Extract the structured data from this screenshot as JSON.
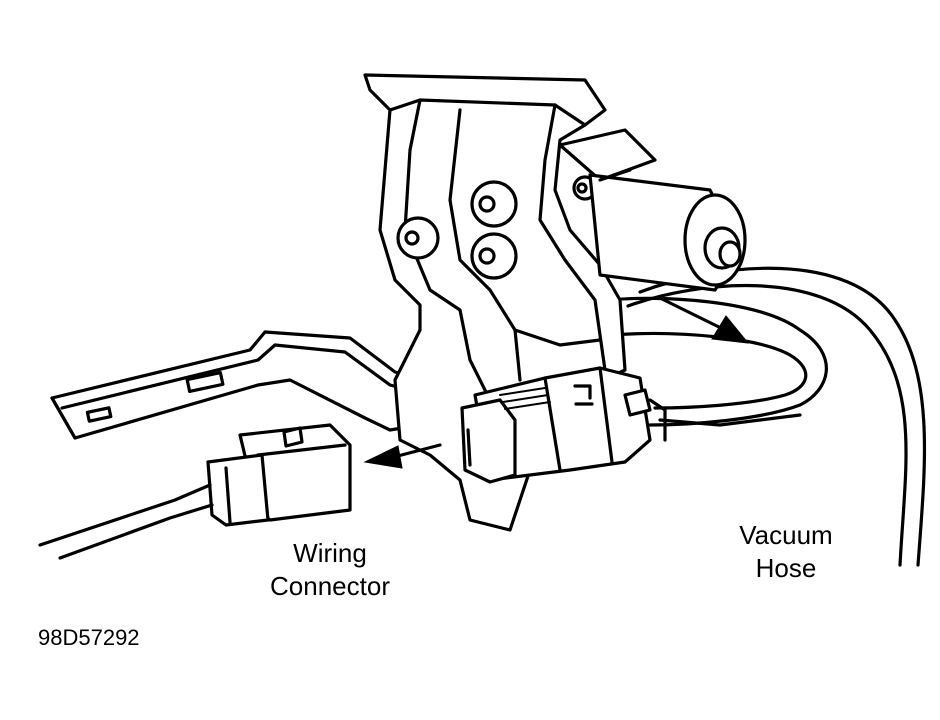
{
  "labels": {
    "wiring_line1": "Wiring",
    "wiring_line2": "Connector",
    "vacuum_line1": "Vacuum",
    "vacuum_line2": "Hose"
  },
  "figure_id": "98D57292",
  "colors": {
    "line": "#000000",
    "background": "#ffffff"
  }
}
